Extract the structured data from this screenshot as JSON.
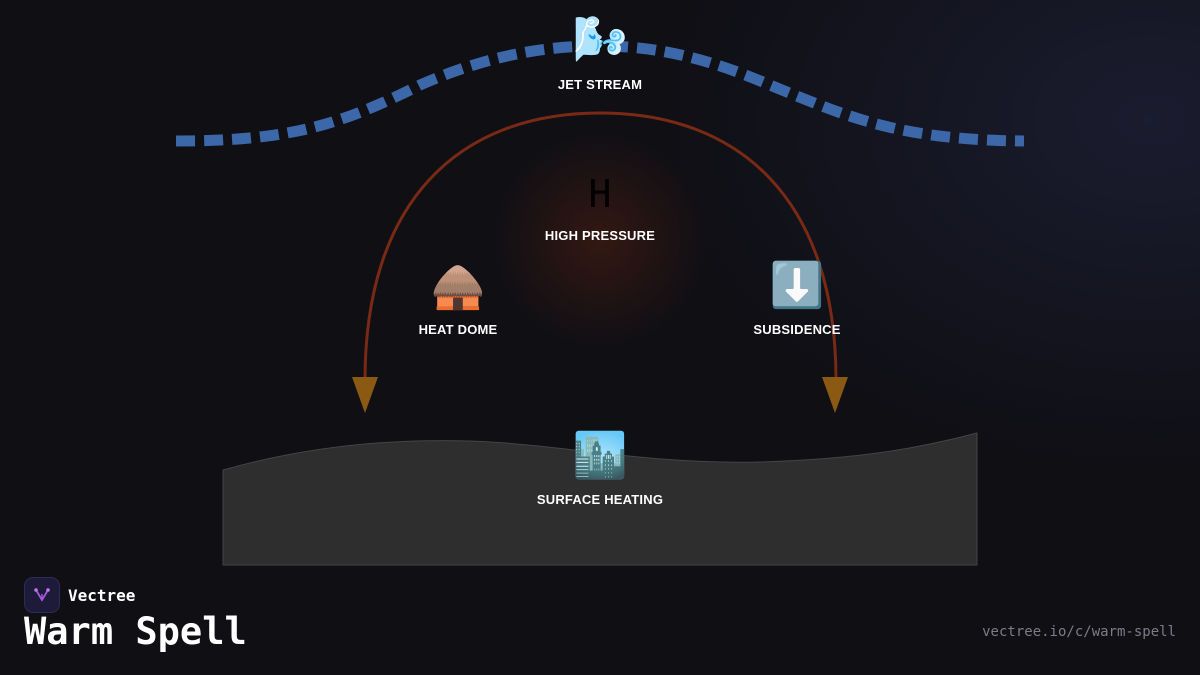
{
  "diagram": {
    "nodes": {
      "jet_stream": {
        "icon": "🌬️",
        "icon_name": "wind-face-icon",
        "label": "JET STREAM"
      },
      "high_pressure": {
        "letter": "H",
        "label": "HIGH PRESSURE"
      },
      "heat_dome": {
        "icon": "🛖",
        "icon_name": "hut-icon",
        "label": "HEAT DOME"
      },
      "subsidence": {
        "icon": "⬇️",
        "icon_name": "down-arrow-icon",
        "label": "SUBSIDENCE"
      },
      "surface_heating": {
        "icon": "🏙️",
        "icon_name": "cityscape-icon",
        "label": "SURFACE HEATING"
      }
    },
    "colors": {
      "jet_stream": "#3c67a8",
      "dome_arc": "#7a2a14",
      "arrowheads": "#8a5a12",
      "ground": "#2e2e2e",
      "background": "#0f0f14"
    }
  },
  "footer": {
    "brand_name": "Vectree",
    "title": "Warm Spell",
    "url": "vectree.io/c/warm-spell"
  }
}
